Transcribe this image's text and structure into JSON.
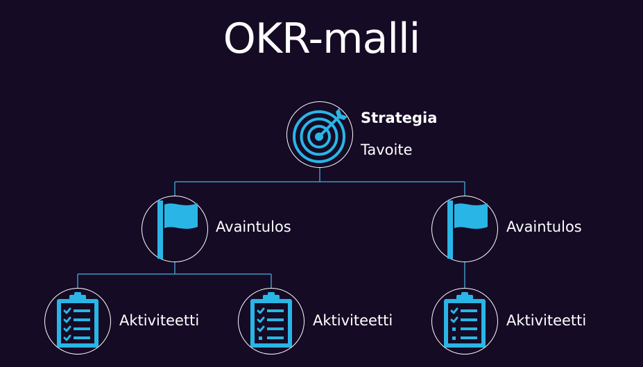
{
  "title": "OKR-malli",
  "colors": {
    "background": "#150b25",
    "accent": "#29b6e6",
    "line": "#3f97c6",
    "text": "#ffffff"
  },
  "strategy": {
    "icon": "target-icon",
    "heading": "Strategia",
    "subheading": "Tavoite"
  },
  "key_results": [
    {
      "icon": "flag-icon",
      "label": "Avaintulos"
    },
    {
      "icon": "flag-icon",
      "label": "Avaintulos"
    }
  ],
  "activities": [
    {
      "icon": "clipboard-checklist-icon",
      "label": "Aktiviteetti"
    },
    {
      "icon": "clipboard-checklist-icon",
      "label": "Aktiviteetti"
    },
    {
      "icon": "clipboard-checklist-icon",
      "label": "Aktiviteetti"
    }
  ]
}
